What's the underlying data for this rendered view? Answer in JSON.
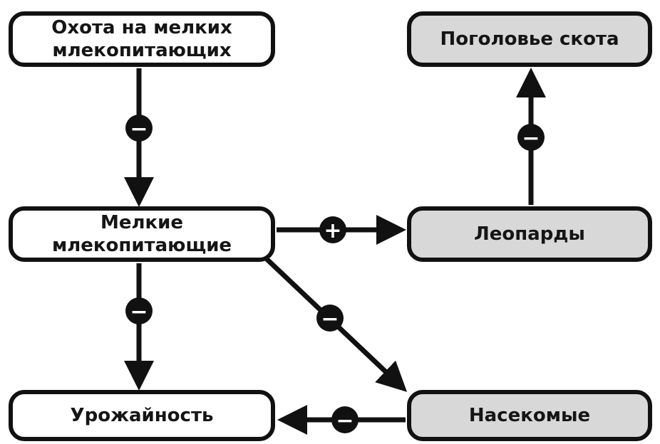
{
  "nodes": {
    "hunting": {
      "label": "Охота на мелких\nмлекопитающих"
    },
    "livestock": {
      "label": "Поголовье скота"
    },
    "small_mammals": {
      "label": "Мелкие\nмлекопитающие"
    },
    "leopards": {
      "label": "Леопарды"
    },
    "yield": {
      "label": "Урожайность"
    },
    "insects": {
      "label": "Насекомые"
    }
  },
  "edges": [
    {
      "from": "hunting",
      "to": "small_mammals",
      "sign": "−"
    },
    {
      "from": "small_mammals",
      "to": "leopards",
      "sign": "+"
    },
    {
      "from": "leopards",
      "to": "livestock",
      "sign": "−"
    },
    {
      "from": "small_mammals",
      "to": "yield",
      "sign": "−"
    },
    {
      "from": "small_mammals",
      "to": "insects",
      "sign": "−"
    },
    {
      "from": "insects",
      "to": "yield",
      "sign": "−"
    }
  ],
  "colors": {
    "stroke": "#111111",
    "shaded_fill": "#d8d8d8",
    "plain_fill": "#ffffff"
  }
}
